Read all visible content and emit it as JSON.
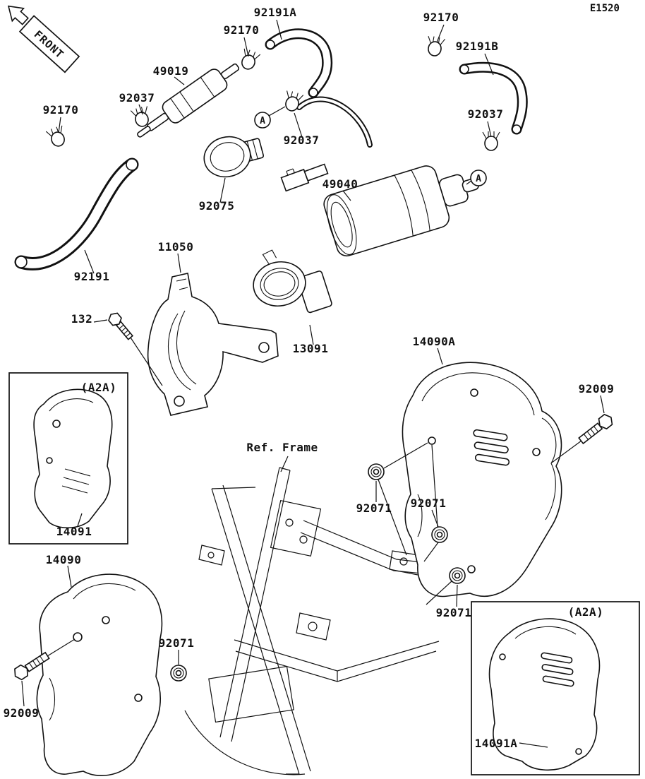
{
  "page": {
    "diagram_code": "E1520",
    "front_label": "FRONT"
  },
  "callouts": [
    {
      "text": "A"
    },
    {
      "text": "A"
    }
  ],
  "labels": [
    {
      "text": "92191A"
    },
    {
      "text": "92170"
    },
    {
      "text": "92170"
    },
    {
      "text": "92191B"
    },
    {
      "text": "49019"
    },
    {
      "text": "92037"
    },
    {
      "text": "92170"
    },
    {
      "text": "92037"
    },
    {
      "text": "92037"
    },
    {
      "text": "49040"
    },
    {
      "text": "92075"
    },
    {
      "text": "11050"
    },
    {
      "text": "92191"
    },
    {
      "text": "132"
    },
    {
      "text": "13091"
    },
    {
      "text": "14090A"
    },
    {
      "text": "92009"
    },
    {
      "text": "(A2A)"
    },
    {
      "text": "14091"
    },
    {
      "text": "Ref. Frame"
    },
    {
      "text": "92071"
    },
    {
      "text": "92071"
    },
    {
      "text": "14090"
    },
    {
      "text": "92071"
    },
    {
      "text": "(A2A)"
    },
    {
      "text": "92071"
    },
    {
      "text": "92009"
    },
    {
      "text": "14091A"
    }
  ]
}
